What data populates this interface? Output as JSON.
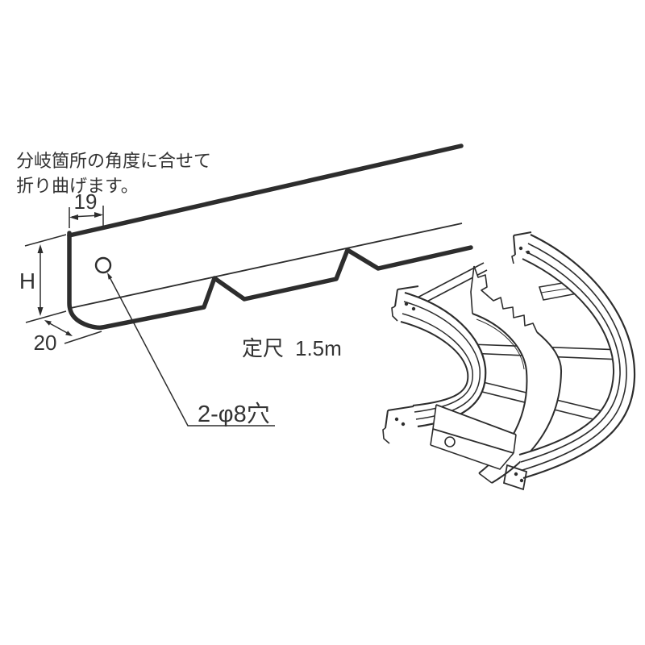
{
  "note": {
    "line1": "分岐箇所の角度に合せて",
    "line2": "折り曲げます。"
  },
  "dims": {
    "width19": "19",
    "height": "H",
    "flange20": "20"
  },
  "length": {
    "label": "定尺",
    "value": "1.5m"
  },
  "callout": {
    "holes": "2-φ8穴"
  },
  "colors": {
    "ink": "#2d2d2d",
    "text": "#333333",
    "background": "#ffffff"
  }
}
